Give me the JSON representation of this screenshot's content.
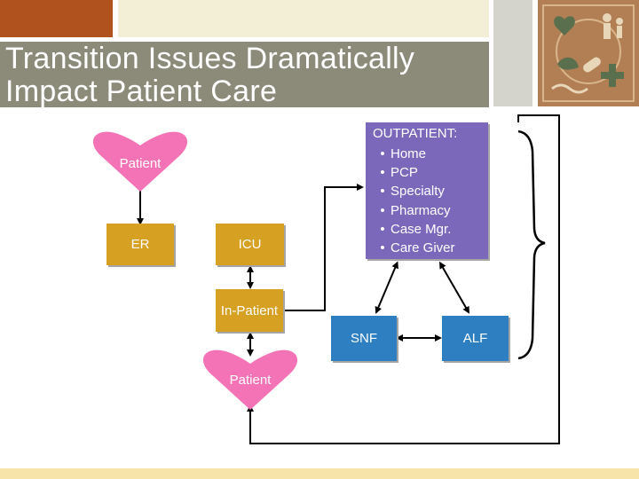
{
  "title": {
    "line1": "Transition Issues Dramatically",
    "line2": "Impact Patient Care"
  },
  "nodes": {
    "patient_top": "Patient",
    "er": "ER",
    "icu": "ICU",
    "inpatient": "In-Patient",
    "patient_bottom": "Patient",
    "snf": "SNF",
    "alf": "ALF"
  },
  "outpatient": {
    "title": "OUTPATIENT:",
    "items": [
      "Home",
      "PCP",
      "Specialty",
      "Pharmacy",
      "Case Mgr.",
      "Care Giver"
    ]
  },
  "colors": {
    "heart": "#f472b6",
    "gold_box": "#d6a023",
    "blue_box": "#2e7fc2",
    "purple_box": "#7b68bb",
    "title_band": "#8c8a79",
    "accent_red": "#b0521e"
  },
  "icons": {
    "logo": "health-emblem-logo"
  }
}
